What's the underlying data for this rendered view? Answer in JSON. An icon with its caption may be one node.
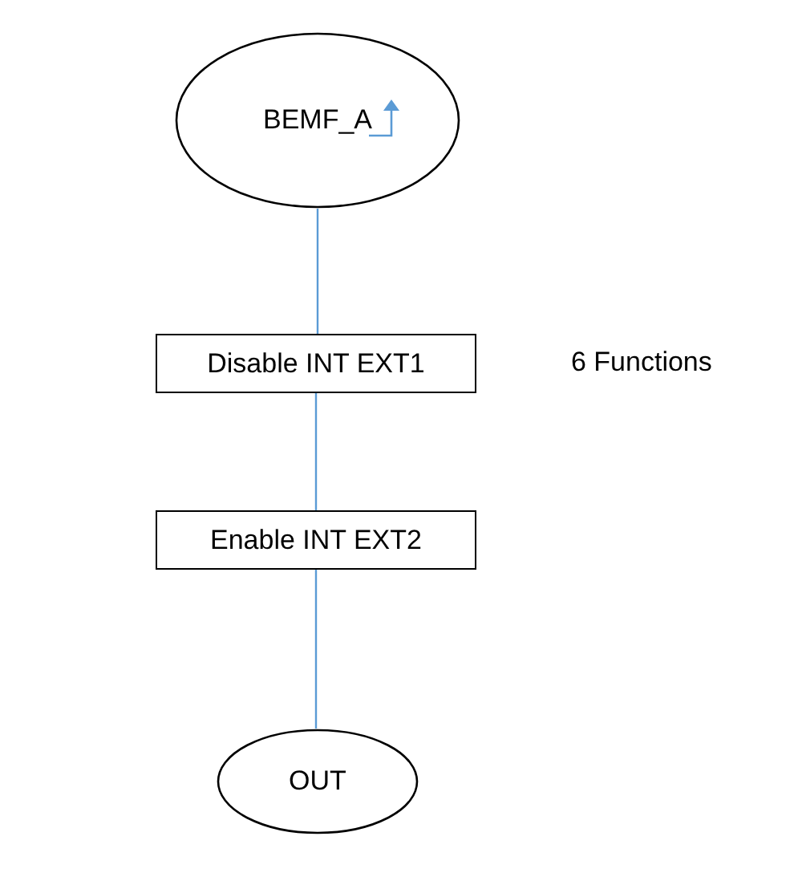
{
  "diagram": {
    "nodes": [
      {
        "text": [
          "BEMF_A"
        ]
      },
      {
        "text": [
          "Disable INT EXT1"
        ],
        "beside": [
          "6 Functions"
        ]
      },
      {
        "text": [
          "Enable INT EXT2"
        ]
      },
      {
        "text": [
          "OUT"
        ]
      }
    ],
    "edges": [
      {
        "from": 0,
        "to": 1,
        "arrow": "none"
      },
      {
        "from": 1,
        "to": 2,
        "arrow": "none"
      },
      {
        "from": 2,
        "to": 3,
        "arrow": "none"
      }
    ]
  }
}
